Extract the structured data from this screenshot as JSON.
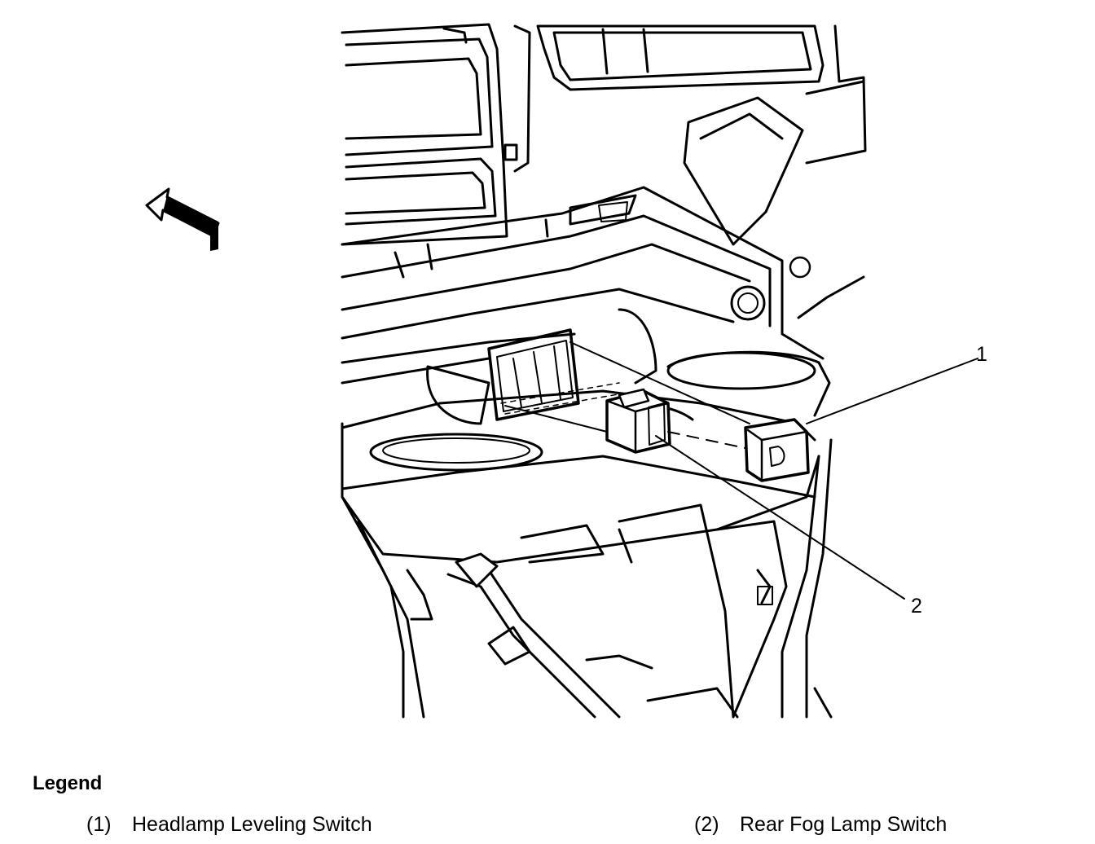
{
  "callouts": [
    {
      "number": "1"
    },
    {
      "number": "2"
    }
  ],
  "legend": {
    "title": "Legend",
    "items": [
      {
        "number": "(1)",
        "label": "Headlamp Leveling Switch"
      },
      {
        "number": "(2)",
        "label": "Rear Fog Lamp Switch"
      }
    ]
  },
  "icons": {
    "direction_arrow": "forward-arrow-icon"
  },
  "colors": {
    "line": "#000000",
    "background": "#ffffff"
  }
}
